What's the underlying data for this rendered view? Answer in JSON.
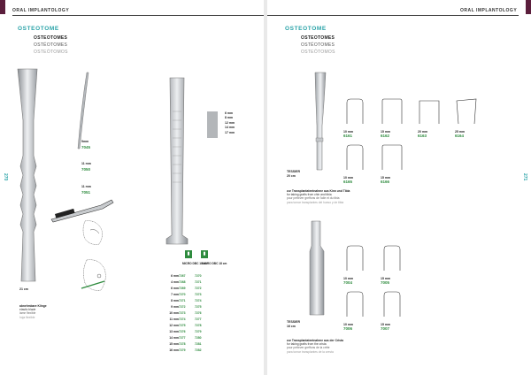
{
  "running_head": {
    "left": "ORAL IMPLANTOLOGY",
    "right": "ORAL IMPLANTOLOGY"
  },
  "page_numbers": {
    "left": "270",
    "right": "271"
  },
  "colors": {
    "accent": "#2aa3a8",
    "code_green": "#2e8b3e",
    "corner_tab": "#5b1e3c"
  },
  "left": {
    "section_title": "OSTEOTOME",
    "subtitles": [
      "OSTEOTOMES",
      "OSTÉOTOMES",
      "OSTEÓTOMOS"
    ],
    "items": [
      {
        "size": "9mm",
        "code": "7045"
      },
      {
        "size": "11 mm",
        "code": "7050"
      },
      {
        "size": "11 mm",
        "code": "7051"
      }
    ],
    "length_label": "21 cm",
    "caption": [
      "abnehmbare Klinge",
      "elastic blade",
      "lame flexible",
      "hoja flexible"
    ],
    "file_sizes": [
      "6 mm",
      "8 mm",
      "12 mm",
      "14 mm",
      "17 mm"
    ],
    "table": {
      "headers": [
        "MICRO DBC\n18 cm",
        "MICRO DBC\n18 cm"
      ],
      "rows": [
        {
          "size": "6 mm",
          "a": "7267",
          "b": "7270"
        },
        {
          "size": "4 mm",
          "a": "7268",
          "b": "7271"
        },
        {
          "size": "6 mm",
          "a": "7269",
          "b": "7272"
        },
        {
          "size": "7 mm",
          "a": "7270",
          "b": "7273"
        },
        {
          "size": "8 mm",
          "a": "7271",
          "b": "7274"
        },
        {
          "size": "9 mm",
          "a": "7272",
          "b": "7275"
        },
        {
          "size": "10 mm",
          "a": "7273",
          "b": "7276"
        },
        {
          "size": "11 mm",
          "a": "7274",
          "b": "7277"
        },
        {
          "size": "12 mm",
          "a": "7275",
          "b": "7278"
        },
        {
          "size": "13 mm",
          "a": "7276",
          "b": "7279"
        },
        {
          "size": "14 mm",
          "a": "7277",
          "b": "7280"
        },
        {
          "size": "15 mm",
          "a": "7278",
          "b": "7281"
        },
        {
          "size": "16 mm",
          "a": "7279",
          "b": "7282"
        }
      ]
    }
  },
  "right": {
    "section_title": "OSTEOTOME",
    "subtitles": [
      "OSTEOTOMES",
      "OSTÉOTOMES",
      "OSTEÓTOMOS"
    ],
    "upper_blades": [
      {
        "size": "10 mm",
        "code": "6161"
      },
      {
        "size": "15 mm",
        "code": "6162"
      },
      {
        "size": "20 mm",
        "code": "6163"
      },
      {
        "size": "25 mm",
        "code": "6164"
      },
      {
        "size": "10 mm",
        "code": "6165"
      },
      {
        "size": "15 mm",
        "code": "6166"
      }
    ],
    "upper_model": {
      "name": "TESSIER",
      "length": "20 cm"
    },
    "upper_caption": [
      "zur Transplantatentnahme aus Kinn und Tibia",
      "for taking grafts from chin and tibia",
      "pour prélever greffons de l'aile et du tibia",
      "para tomar transplantes del hueso y de tibia"
    ],
    "lower_blades": [
      {
        "size": "10 mm",
        "code": "7004"
      },
      {
        "size": "15 mm",
        "code": "7005"
      },
      {
        "size": "10 mm",
        "code": "7006"
      },
      {
        "size": "15 mm",
        "code": "7007"
      }
    ],
    "lower_model": {
      "name": "TESSIER",
      "length": "16 cm"
    },
    "lower_caption": [
      "zur Transplantatentnahme aus der Crista",
      "for taking grafts from the crista",
      "pour prélever greffons de la crête",
      "para tomar transplantes de la cresta"
    ]
  }
}
